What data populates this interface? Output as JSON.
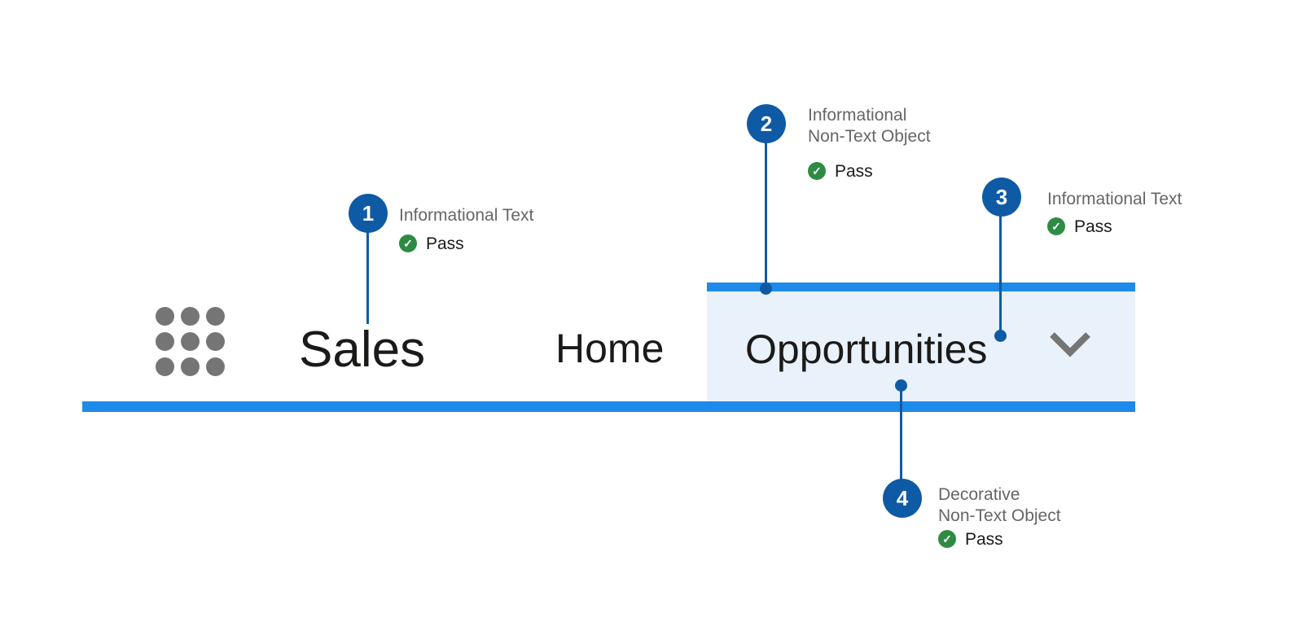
{
  "nav": {
    "app_name": "Sales",
    "home_label": "Home",
    "opportunities_label": "Opportunities",
    "app_launcher_icon": "waffle-grid-icon",
    "dropdown_icon": "chevron-down-icon"
  },
  "callouts": [
    {
      "number": "1",
      "lines": [
        "Informational Text"
      ],
      "status": "Pass"
    },
    {
      "number": "2",
      "lines": [
        "Informational",
        "Non-Text Object"
      ],
      "status": "Pass"
    },
    {
      "number": "3",
      "lines": [
        "Informational Text"
      ],
      "status": "Pass"
    },
    {
      "number": "4",
      "lines": [
        "Decorative",
        "Non-Text Object"
      ],
      "status": "Pass"
    }
  ],
  "colors": {
    "accent_blue": "#1E8AE9",
    "callout_blue": "#0F5AA5",
    "tab_background": "#E9F1FB",
    "pass_green": "#2E8B44",
    "icon_gray": "#757575",
    "label_gray": "#666666",
    "text_dark": "#1B1A19"
  }
}
